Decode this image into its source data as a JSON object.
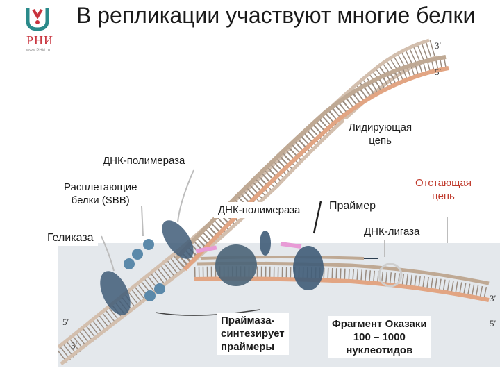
{
  "title": "В репликации участвуют многие белки",
  "logo": {
    "text": "РНИ",
    "site": "www.РНИ.ru"
  },
  "labels": {
    "leading_strand": "Лидирующая\nцепь",
    "dna_polymerase_top": "ДНК-полимераза",
    "ssb": "Расплетающие\nбелки (SBB)",
    "dna_polymerase_mid": "ДНК-полимераза",
    "primer": "Праймер",
    "lagging_strand": "Отстающая\nцепь",
    "helicase": "Геликаза",
    "dna_ligase": "ДНК-лигаза",
    "primase": "Праймаза-\nсинтезирует\nпраймеры",
    "okazaki": "Фрагмент Оказаки\n100 – 1000\nнуклеотидов"
  },
  "ends": {
    "top_3": "3′",
    "top_5": "5′",
    "right_3": "3′",
    "right_5": "5′",
    "left_5": "5′",
    "left_3": "3′"
  },
  "colors": {
    "strand_tan": "#bfa994",
    "strand_orange": "#e2a583",
    "rung": "#9a8c80",
    "protein_blue": "#3f5c78",
    "ssb_blue": "#5b89aa",
    "primer_pink": "#e89bd6",
    "bg_gray": "#e4e8ec",
    "label_red": "#c0392b"
  }
}
